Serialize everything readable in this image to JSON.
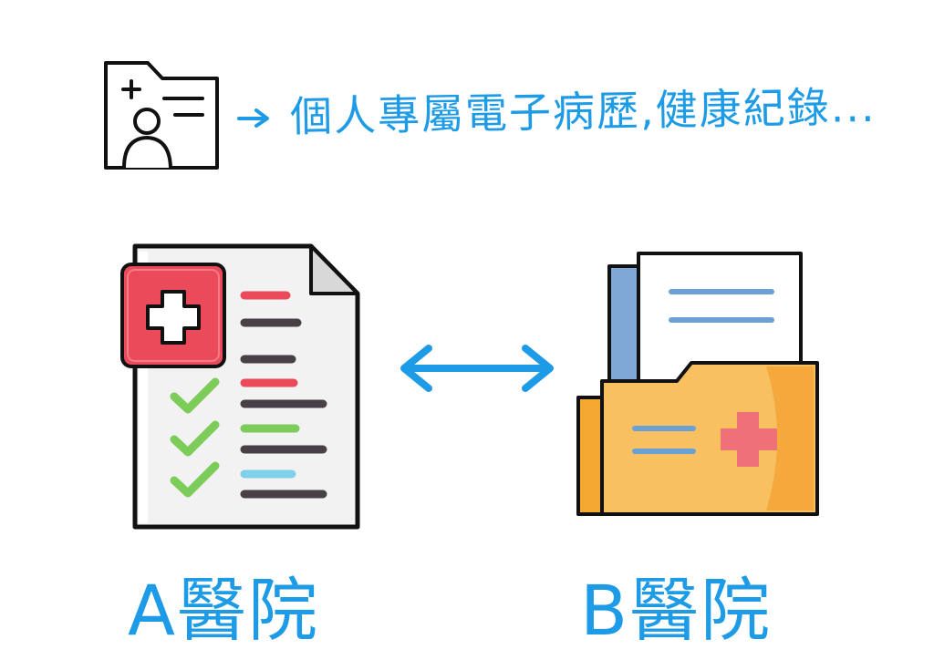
{
  "caption": {
    "text": "個人專屬電子病歷,健康紀錄..."
  },
  "hospitals": {
    "a_label": "A醫院",
    "b_label": "B醫院"
  },
  "icons": {
    "patient_folder": "medical-folder-icon",
    "arrow_right": "arrow-right-icon",
    "document_a": "medical-document-icon",
    "exchange": "double-arrow-icon",
    "folder_b": "medical-folder-icon"
  },
  "colors": {
    "ink": "#1e9be6",
    "red": "#ea4a5a",
    "green": "#7ccc5a",
    "folder": "#f8c060",
    "dark": "#474047"
  }
}
